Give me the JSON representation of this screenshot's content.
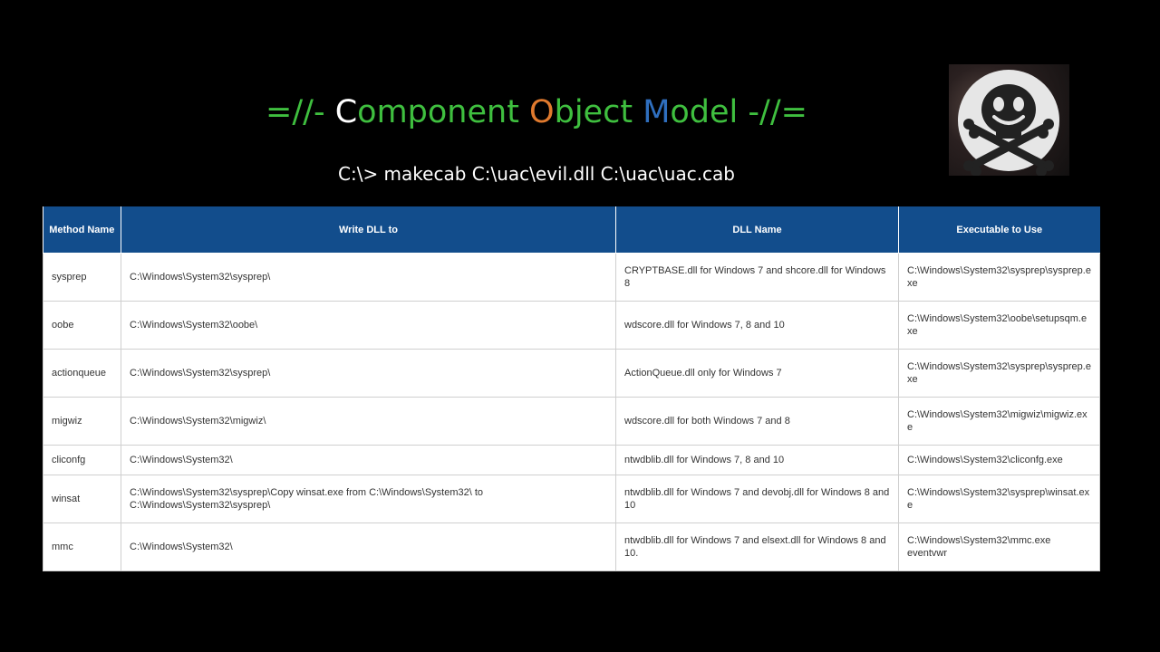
{
  "title": {
    "parts": [
      {
        "text": "=//- ",
        "color": "#3fbf3f"
      },
      {
        "text": "C",
        "color": "#ffffff"
      },
      {
        "text": "omponent ",
        "color": "#3fbf3f"
      },
      {
        "text": "O",
        "color": "#e07a2e"
      },
      {
        "text": "bject ",
        "color": "#3fbf3f"
      },
      {
        "text": "M",
        "color": "#2f6fbf"
      },
      {
        "text": "odel -//=",
        "color": "#3fbf3f"
      }
    ]
  },
  "subtitle": "C:\\> makecab C:\\uac\\evil.dll C:\\uac\\uac.cab",
  "logo": {
    "icon": "skull-crossbones-icon"
  },
  "table": {
    "header_color": "#124d8c",
    "headers": [
      "Method Name",
      "Write DLL to",
      "DLL Name",
      "Executable to Use"
    ],
    "rows": [
      [
        "sysprep",
        "C:\\Windows\\System32\\sysprep\\",
        "CRYPTBASE.dll for Windows 7 and shcore.dll for Windows 8",
        "C:\\Windows\\System32\\sysprep\\sysprep.exe"
      ],
      [
        "oobe",
        "C:\\Windows\\System32\\oobe\\",
        "wdscore.dll for Windows 7, 8 and 10",
        "C:\\Windows\\System32\\oobe\\setupsqm.exe"
      ],
      [
        "actionqueue",
        "C:\\Windows\\System32\\sysprep\\",
        "ActionQueue.dll only for Windows 7",
        "C:\\Windows\\System32\\sysprep\\sysprep.exe"
      ],
      [
        "migwiz",
        "C:\\Windows\\System32\\migwiz\\",
        "wdscore.dll for both Windows 7 and 8",
        "C:\\Windows\\System32\\migwiz\\migwiz.exe"
      ],
      [
        "cliconfg",
        "C:\\Windows\\System32\\",
        "ntwdblib.dll for Windows 7, 8 and 10",
        "C:\\Windows\\System32\\cliconfg.exe"
      ],
      [
        "winsat",
        "C:\\Windows\\System32\\sysprep\\Copy winsat.exe from C:\\Windows\\System32\\ to C:\\Windows\\System32\\sysprep\\",
        "ntwdblib.dll for Windows 7 and devobj.dll for Windows 8 and 10",
        "C:\\Windows\\System32\\sysprep\\winsat.exe"
      ],
      [
        "mmc",
        "C:\\Windows\\System32\\",
        "ntwdblib.dll for Windows 7 and elsext.dll for Windows 8 and 10.",
        "C:\\Windows\\System32\\mmc.exe eventvwr"
      ]
    ]
  }
}
